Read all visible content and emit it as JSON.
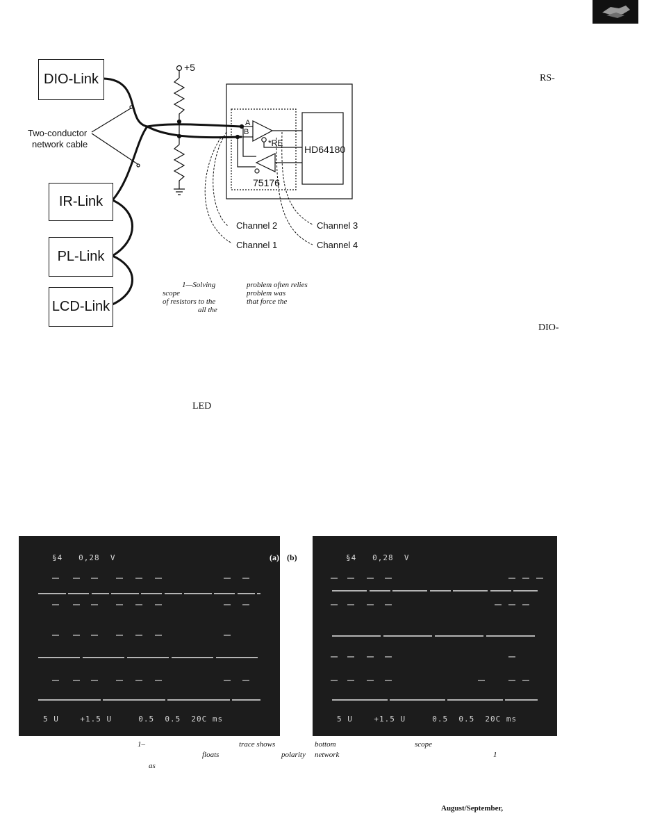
{
  "diagram": {
    "nodes": [
      "DIO-Link",
      "IR-Link",
      "PL-Link",
      "LCD-Link"
    ],
    "supply_label": "+5",
    "cable_label_line1": "Two-conductor",
    "cable_label_line2": "network cable",
    "pin_a": "A",
    "pin_b": "B",
    "re_label": "*RE",
    "cpu_label": "HD64180",
    "transceiver_label": "75176",
    "channels": [
      "Channel 2",
      "Channel 1",
      "Channel 3",
      "Channel 4"
    ]
  },
  "caption_fragments": {
    "f1": "1—Solving",
    "f2": "problem often relies",
    "f3": "scope",
    "f4": "problem was",
    "f5": "of resistors to the",
    "f6": "that force the",
    "f7": "all the"
  },
  "side_text": {
    "rs": "RS-",
    "dio": "DIO-",
    "led": "LED"
  },
  "scopes": {
    "tag_a": "(a)",
    "tag_b": "(b)",
    "a_top_readout": "§4   0,28  V",
    "a_bottom_readout": "5 U    +1.5 U     0.5  0.5  20C ms",
    "b_top_readout": "§4   0,28  V",
    "b_bottom_readout": "5 U    +1.5 U     0.5  0.5  20C ms"
  },
  "bottom_caption": {
    "c1": "1–",
    "c2": "trace shows",
    "c3": "bottom",
    "c4": "scope",
    "c5": "floats",
    "c6": "polarity",
    "c7": "network",
    "c8": "1",
    "c9": "as"
  },
  "footer_text": "August/September,"
}
